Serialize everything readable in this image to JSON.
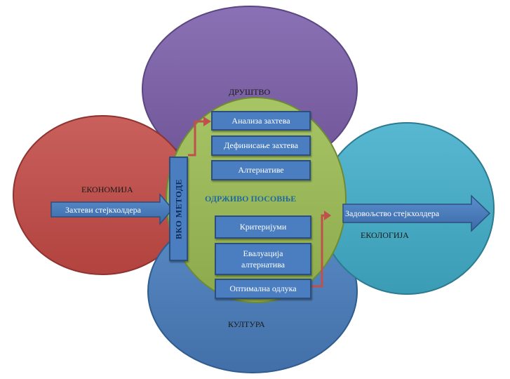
{
  "colors": {
    "society": "#7f65a8",
    "economy": "#c0504d",
    "ecology": "#4bacc6",
    "culture": "#4f81bd",
    "core": "#9bbb59",
    "box": "#4a7ec1",
    "connector": "#c0504d"
  },
  "circles": {
    "society": "ДРУШТВО",
    "economy": "ЕКОНОМИЈА",
    "ecology": "ЕКОЛОГИЈА",
    "culture": "КУЛТУРА"
  },
  "core_label": "ОДРЖИВО ПОСОВЊЕ",
  "vertical_box": "ВКО МЕТОДЕ",
  "input_arrow": "Захтеви стејкхолдера",
  "output_arrow": "Задовољство стејкхолдера",
  "steps_top": [
    "Анализа захтева",
    "Дефинисање захтева",
    "Алтернативе"
  ],
  "steps_bottom": [
    "Критеријуми",
    "Евалуација алтернатива",
    "Оптимална одлука"
  ]
}
